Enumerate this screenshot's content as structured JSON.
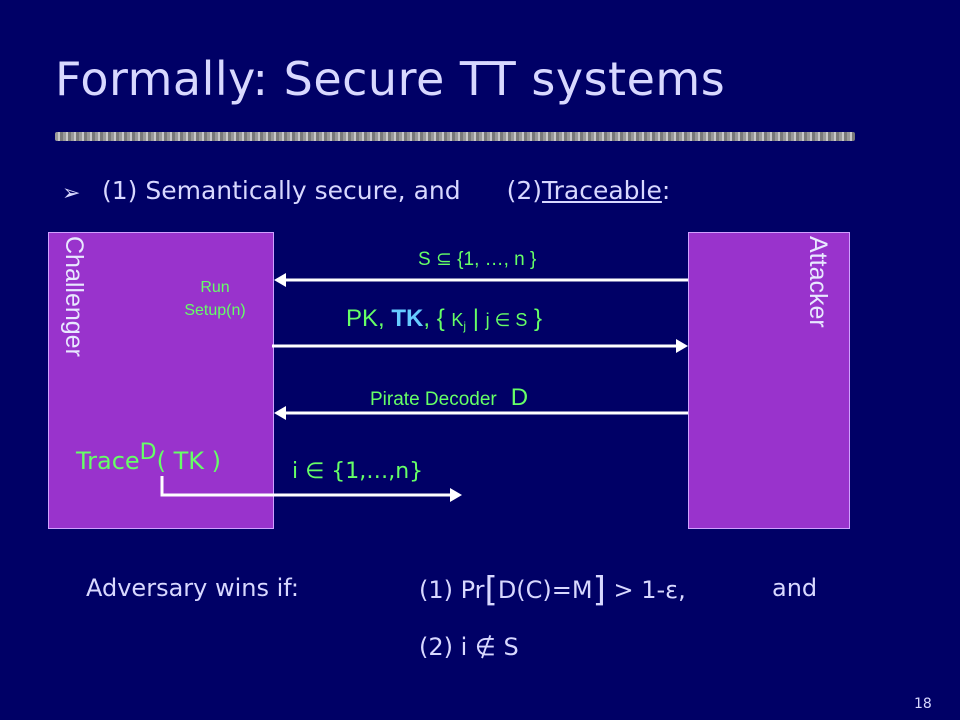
{
  "slide": {
    "title": "Formally:  Secure TT systems",
    "bullet_symbol": "➢",
    "condition_1": "(1)  Semantically secure,  and",
    "condition_2_prefix": "(2) ",
    "condition_2_link": "Traceable",
    "condition_2_suffix": ":",
    "challenger_label": "Challenger",
    "attacker_label": "Attacker",
    "run_setup_line1": "Run",
    "run_setup_line2": "Setup(n)",
    "msg_subset": "S ⊆ {1, …, n }",
    "msg_keys_pk": "PK, ",
    "msg_keys_tk": "TK",
    "msg_keys_comma": ", ",
    "msg_keys_open": "{ ",
    "msg_keys_k": "K",
    "msg_keys_j_sub": "j",
    "msg_keys_bar": " | ",
    "msg_keys_member": "j ∈ S",
    "msg_keys_close": " }",
    "msg_pirate": "Pirate Decoder",
    "msg_pirate_d": "D",
    "trace_text": "Trace",
    "trace_sup": "D",
    "trace_args": "( TK )",
    "msg_index": "i ∈ {1,…,n}",
    "wins_label": "Adversary wins if:",
    "wins_cond1_prefix": "(1)  Pr",
    "wins_cond1_lbracket": "[",
    "wins_cond1_inner": "D(C)=M",
    "wins_cond1_rbracket": "]",
    "wins_cond1_suffix": " > 1-ε,",
    "wins_and": "and",
    "wins_cond2": "(2)      i ∉ S",
    "page_number": "18"
  },
  "colors": {
    "background": "#000066",
    "box": "#9933cc",
    "message_text": "#66ff66",
    "highlight": "#66ccff",
    "arrow": "#ffffff"
  }
}
